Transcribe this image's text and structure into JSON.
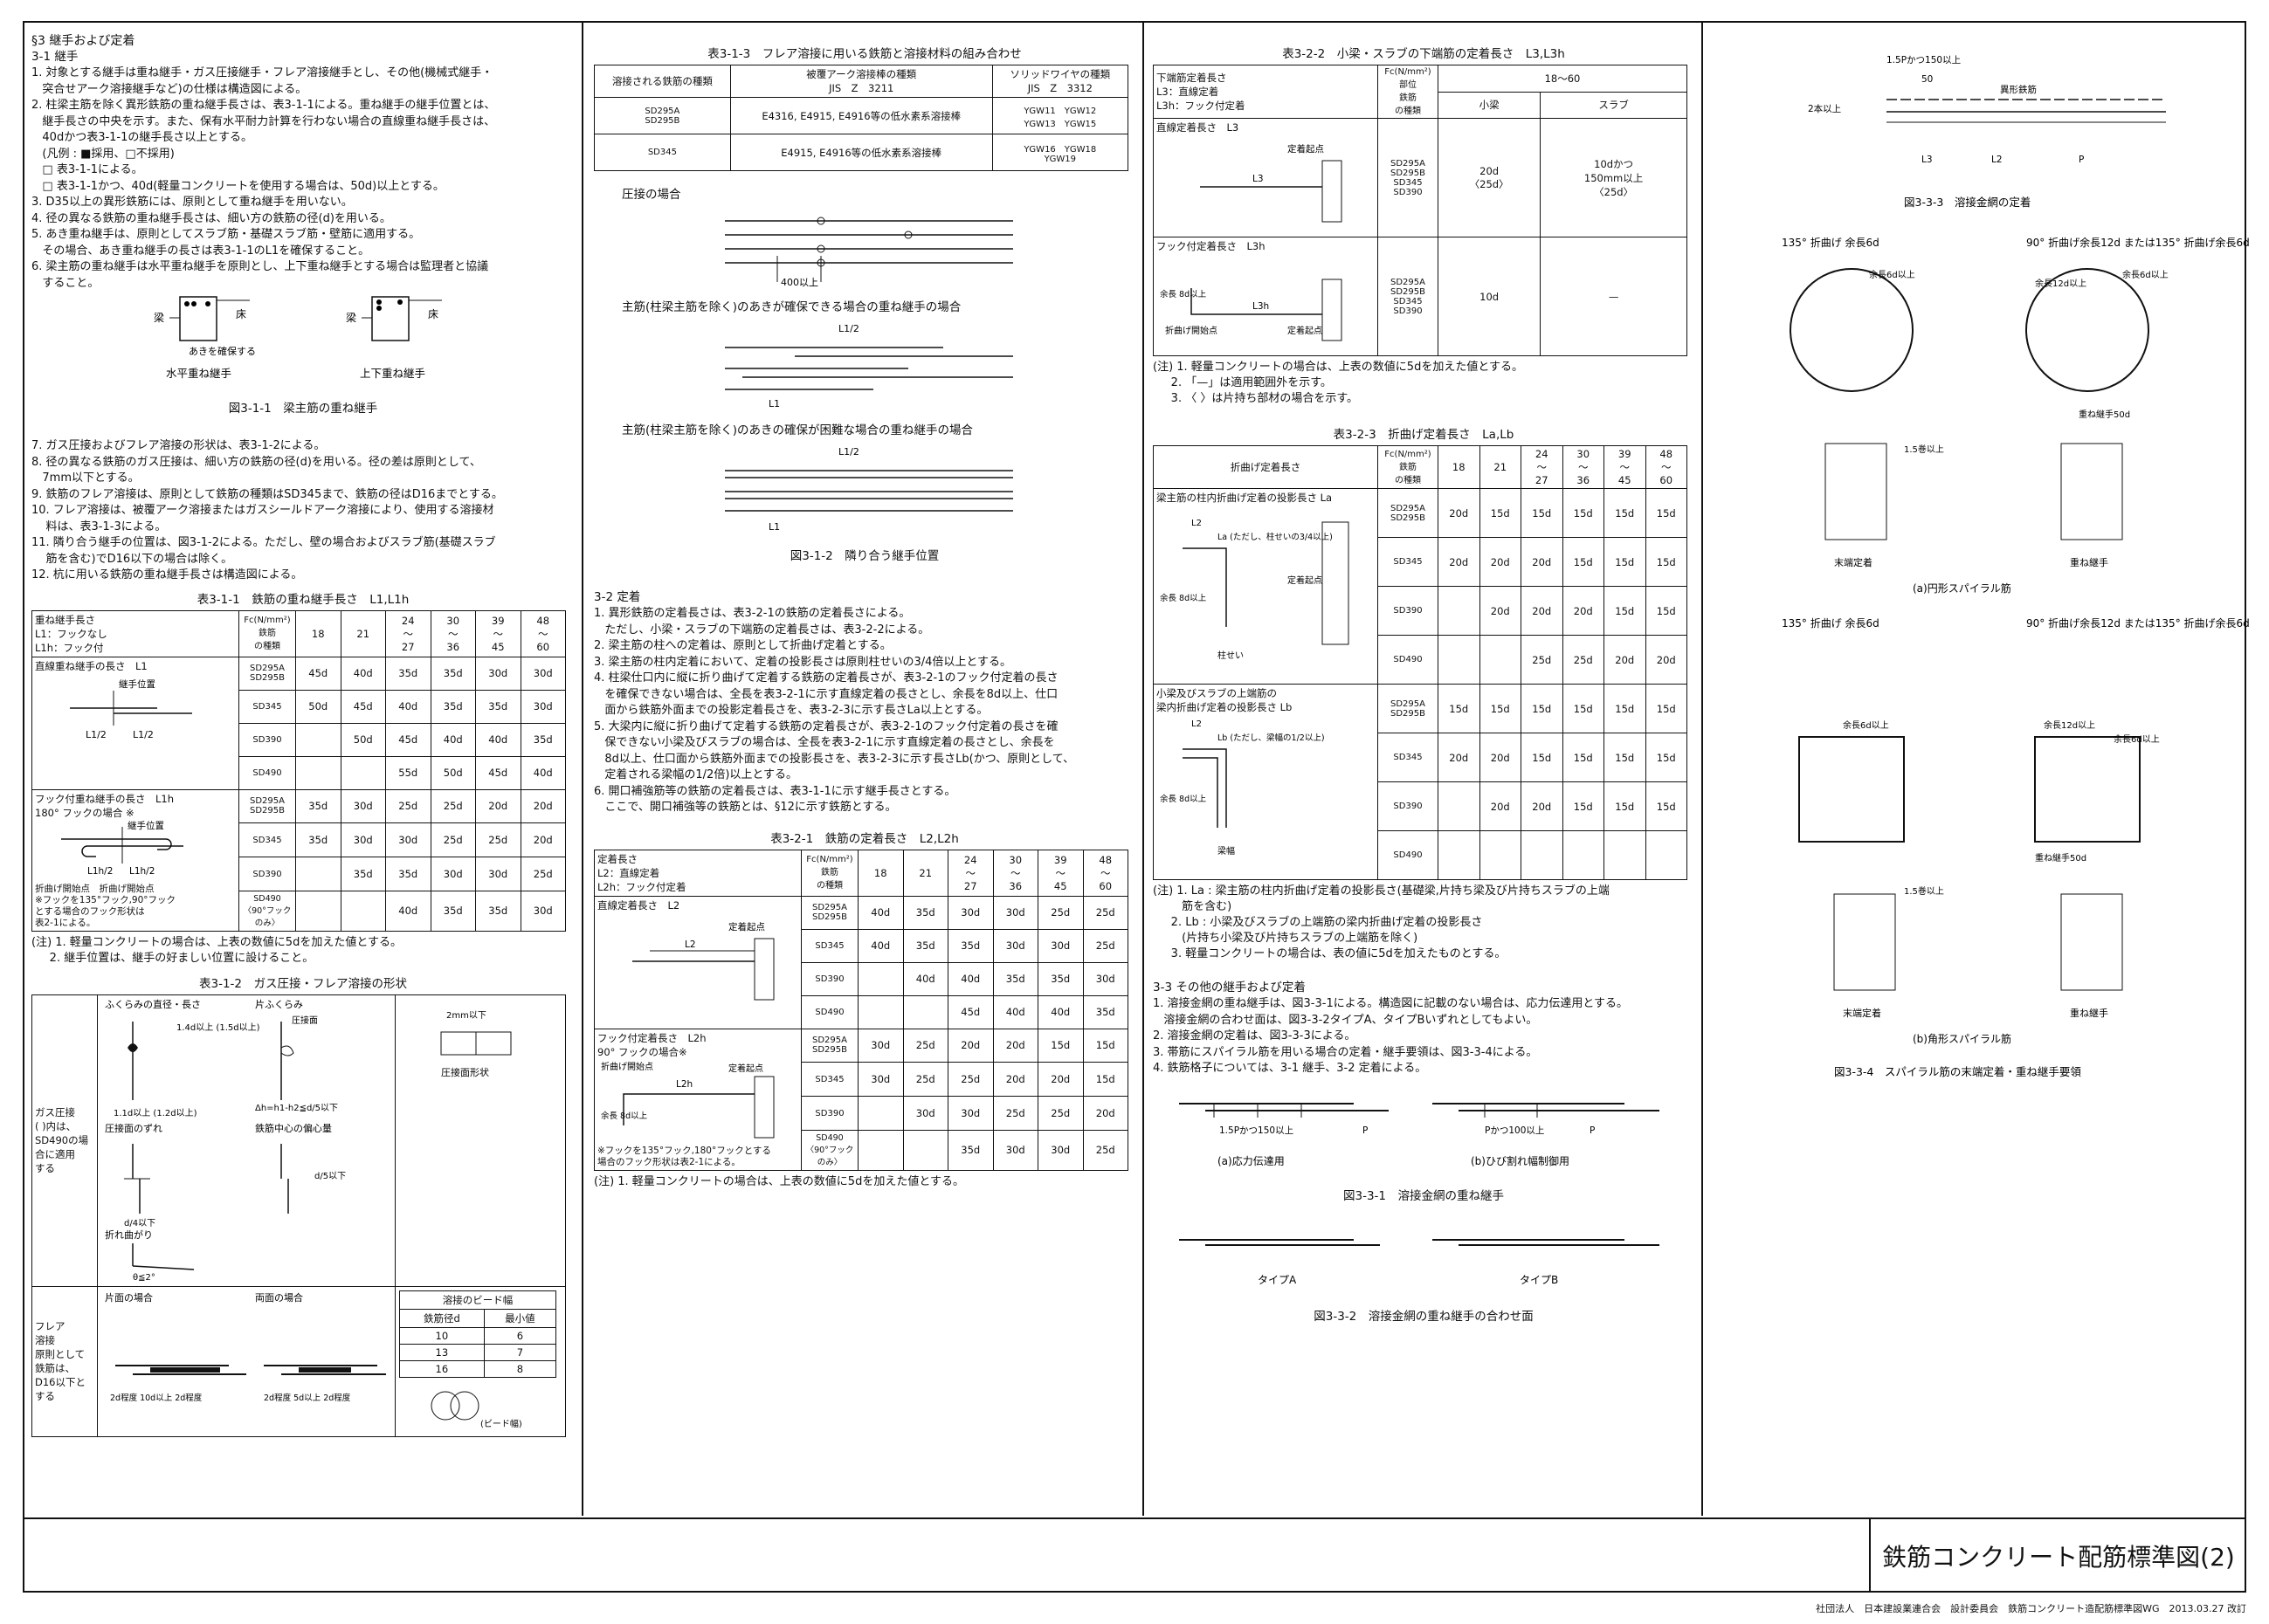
{
  "title_block": {
    "title": "鉄筋コンクリート配筋標準図(2)"
  },
  "footer": {
    "text": "社団法人　日本建設業連合会　設計委員会　鉄筋コンクリート造配筋標準図WG　2013.03.27 改訂"
  },
  "col1": {
    "section": "§3 継手および定着",
    "sub": "3-1 継手",
    "body": "1. 対象とする継手は重ね継手・ガス圧接継手・フレア溶接継手とし、その他(機械式継手・\n   突合せアーク溶接継手など)の仕様は構造図による。\n2. 柱梁主筋を除く異形鉄筋の重ね継手長さは、表3-1-1による。重ね継手の継手位置とは、\n   継手長さの中央を示す。また、保有水平耐力計算を行わない場合の直線重ね継手長さは、\n   40dかつ表3-1-1の継手長さ以上とする。\n   (凡例 : ■採用、□不採用)\n   □ 表3-1-1による。\n   □ 表3-1-1かつ、40d(軽量コンクリートを使用する場合は、50d)以上とする。\n3. D35以上の異形鉄筋には、原則として重ね継手を用いない。\n4. 径の異なる鉄筋の重ね継手長さは、細い方の鉄筋の径(d)を用いる。\n5. あき重ね継手は、原則としてスラブ筋・基礎スラブ筋・壁筋に適用する。\n   その場合、あき重ね継手の長さは表3-1-1のL1を確保すること。\n6. 梁主筋の重ね継手は水平重ね継手を原則とし、上下重ね継手とする場合は監理者と協議\n   すること。",
    "fig111": {
      "label_beam": "梁",
      "label_slab": "床",
      "label_gap": "あきを確保する",
      "label_h": "水平重ね継手",
      "label_v": "上下重ね継手",
      "caption": "図3-1-1　梁主筋の重ね継手"
    },
    "body2": "7. ガス圧接およびフレア溶接の形状は、表3-1-2による。\n8. 径の異なる鉄筋のガス圧接は、細い方の鉄筋の径(d)を用いる。径の差は原則として、\n   7mm以下とする。\n9. 鉄筋のフレア溶接は、原則として鉄筋の種類はSD345まで、鉄筋の径はD16までとする。\n10. フレア溶接は、被覆アーク溶接またはガスシールドアーク溶接により、使用する溶接材\n    料は、表3-1-3による。\n11. 隣り合う継手の位置は、図3-1-2による。ただし、壁の場合およびスラブ筋(基礎スラブ\n    筋を含む)でD16以下の場合は除く。\n12. 杭に用いる鉄筋の重ね継手長さは構造図による。",
    "t311": {
      "title": "表3-1-1　鉄筋の重ね継手長さ　L1,L1h",
      "hdr": [
        "重ね継手長さ\nL1：フックなし\nL1h：フック付",
        "Fc(N/mm²)\n鉄筋\nの種類",
        "18",
        "21",
        "24\n〜\n27",
        "30\n〜\n36",
        "39\n〜\n45",
        "48\n〜\n60"
      ],
      "g1label": "直線重ね継手の長さ　L1",
      "g1fig": "継手位置",
      "g1rows": [
        [
          "SD295A\nSD295B",
          "45d",
          "40d",
          "35d",
          "35d",
          "30d",
          "30d"
        ],
        [
          "SD345",
          "50d",
          "45d",
          "40d",
          "35d",
          "35d",
          "30d"
        ],
        [
          "SD390",
          "",
          "50d",
          "45d",
          "40d",
          "40d",
          "35d"
        ],
        [
          "SD490",
          "",
          "",
          "55d",
          "50d",
          "45d",
          "40d"
        ]
      ],
      "g2label": "フック付重ね継手の長さ　L1h\n180° フックの場合 ※",
      "g2fig": "継手位置",
      "g2note": "折曲げ開始点　折曲げ開始点\n※フックを135°フック,90°フック\n  とする場合のフック形状は\n  表2-1による。",
      "g2rows": [
        [
          "SD295A\nSD295B",
          "35d",
          "30d",
          "25d",
          "25d",
          "20d",
          "20d"
        ],
        [
          "SD345",
          "35d",
          "30d",
          "30d",
          "25d",
          "25d",
          "20d"
        ],
        [
          "SD390",
          "",
          "35d",
          "35d",
          "30d",
          "30d",
          "25d"
        ],
        [
          "SD490\n〈90°フック\nのみ〉",
          "",
          "",
          "40d",
          "35d",
          "35d",
          "30d"
        ]
      ],
      "note": "(注) 1. 軽量コンクリートの場合は、上表の数値に5dを加えた値とする。\n     2. 継手位置は、継手の好ましい位置に設けること。"
    },
    "t312": {
      "title": "表3-1-2　ガス圧接・フレア溶接の形状",
      "gas": "ガス圧接\n( )内は、\nSD490の場\n合に適用\nする",
      "gas_t1": "ふくらみの直径・長さ",
      "gas_t2": "片ふくらみ",
      "gas_a": "1.4d以上\n(1.5d以上)",
      "gas_b": "1.1d以上\n(1.2d以上)",
      "gas_c": "Δh=h1-h2≦d/5以下",
      "gas_d": "圧接面のずれ",
      "gas_e": "d/4以下",
      "gas_f": "鉄筋中心の偏心量",
      "gas_g": "d/5以下",
      "gas_h": "折れ曲がり",
      "gas_i": "θ≦2°",
      "gas_j": "圧接面",
      "gas_k": "2mm以下",
      "gas_l": "圧接面形状",
      "flare": "フレア\n溶接\n原則として\n鉄筋は、\nD16以下と\nする",
      "flare_t1": "片面の場合",
      "flare_t2": "両面の場合",
      "flare_a": "2d程度  10d以上  2d程度",
      "flare_b": "2d程度  5d以上  2d程度",
      "bead_title": "溶接のビード幅",
      "bead_hdr": [
        "鉄筋径d",
        "最小値"
      ],
      "bead_rows": [
        [
          "10",
          "6"
        ],
        [
          "13",
          "7"
        ],
        [
          "16",
          "8"
        ]
      ],
      "bead_lbl": "(ビード幅)"
    }
  },
  "col2": {
    "t313": {
      "title": "表3-1-3　フレア溶接に用いる鉄筋と溶接材料の組み合わせ",
      "hdr": [
        "溶接される鉄筋の種類",
        "被覆アーク溶接棒の種類\nJIS　Z　3211",
        "ソリッドワイヤの種類\nJIS　Z　3312"
      ],
      "rows": [
        [
          "SD295A\nSD295B",
          "E4316, E4915, E4916等の低水素系溶接棒",
          "YGW11　YGW12\nYGW13　YGW15"
        ],
        [
          "SD345",
          "E4915, E4916等の低水素系溶接棒",
          "YGW16　YGW18\nYGW19"
        ]
      ]
    },
    "fig312": {
      "a": "圧接の場合",
      "a_dim": "400以上",
      "b": "主筋(柱梁主筋を除く)のあきが確保できる場合の重ね継手の場合",
      "b_dim1": "L1/2",
      "b_dim2": "L1",
      "c": "主筋(柱梁主筋を除く)のあきの確保が困難な場合の重ね継手の場合",
      "c_dim1": "L1/2",
      "c_dim2": "L1",
      "caption": "図3-1-2　隣り合う継手位置"
    },
    "sec32": {
      "sub": "3-2 定着",
      "body": "1. 異形鉄筋の定着長さは、表3-2-1の鉄筋の定着長さによる。\n   ただし、小梁・スラブの下端筋の定着長さは、表3-2-2による。\n2. 梁主筋の柱への定着は、原則として折曲げ定着とする。\n3. 梁主筋の柱内定着において、定着の投影長さは原則柱せいの3/4倍以上とする。\n4. 柱梁仕口内に縦に折り曲げて定着する鉄筋の定着長さが、表3-2-1のフック付定着の長さ\n   を確保できない場合は、全長を表3-2-1に示す直線定着の長さとし、余長を8d以上、仕口\n   面から鉄筋外面までの投影定着長さを、表3-2-3に示す長さLa以上とする。\n5. 大梁内に縦に折り曲げて定着する鉄筋の定着長さが、表3-2-1のフック付定着の長さを確\n   保できない小梁及びスラブの場合は、全長を表3-2-1に示す直線定着の長さとし、余長を\n   8d以上、仕口面から鉄筋外面までの投影長さを、表3-2-3に示す長さLb(かつ、原則として、\n   定着される梁幅の1/2倍)以上とする。\n6. 開口補強筋等の鉄筋の定着長さは、表3-1-1に示す継手長さとする。\n   ここで、開口補強等の鉄筋とは、§12に示す鉄筋とする。"
    },
    "t321": {
      "title": "表3-2-1　鉄筋の定着長さ　L2,L2h",
      "hdr": [
        "定着長さ\nL2：直線定着\nL2h：フック付定着",
        "Fc(N/mm²)\n鉄筋\nの種類",
        "18",
        "21",
        "24\n〜\n27",
        "30\n〜\n36",
        "39\n〜\n45",
        "48\n〜\n60"
      ],
      "g1label": "直線定着長さ　L2",
      "g1fig": [
        "L2",
        "定着起点"
      ],
      "g1rows": [
        [
          "SD295A\nSD295B",
          "40d",
          "35d",
          "30d",
          "30d",
          "25d",
          "25d"
        ],
        [
          "SD345",
          "40d",
          "35d",
          "35d",
          "30d",
          "30d",
          "25d"
        ],
        [
          "SD390",
          "",
          "40d",
          "40d",
          "35d",
          "35d",
          "30d"
        ],
        [
          "SD490",
          "",
          "",
          "45d",
          "40d",
          "40d",
          "35d"
        ]
      ],
      "g2label": "フック付定着長さ　L2h\n90° フックの場合※",
      "g2fig": [
        "折曲げ開始点",
        "L2h",
        "定着起点",
        "余長\n8d以上"
      ],
      "g2note": "※フックを135°フック,180°フックとする\n  場合のフック形状は表2-1による。",
      "g2rows": [
        [
          "SD295A\nSD295B",
          "30d",
          "25d",
          "20d",
          "20d",
          "15d",
          "15d"
        ],
        [
          "SD345",
          "30d",
          "25d",
          "25d",
          "20d",
          "20d",
          "15d"
        ],
        [
          "SD390",
          "",
          "30d",
          "30d",
          "25d",
          "25d",
          "20d"
        ],
        [
          "SD490\n〈90°フック\nのみ〉",
          "",
          "",
          "35d",
          "30d",
          "30d",
          "25d"
        ]
      ],
      "note": "(注) 1. 軽量コンクリートの場合は、上表の数値に5dを加えた値とする。"
    }
  },
  "col3": {
    "t322": {
      "title": "表3-2-2　小梁・スラブの下端筋の定着長さ　L3,L3h",
      "hdr": [
        "下端筋定着長さ\nL3：直線定着\nL3h：フック付定着",
        "Fc(N/mm²)\n部位\n鉄筋\nの種類",
        "18〜60"
      ],
      "sub": [
        "小梁",
        "スラブ"
      ],
      "g1label": "直線定着長さ　L3",
      "g1fig": [
        "定着起点",
        "L3"
      ],
      "g1bars": "SD295A\nSD295B\nSD345\nSD390",
      "g1a": "20d\n〈25d〉",
      "g1b": "10dかつ\n150mm以上\n〈25d〉",
      "g2label": "フック付定着長さ　L3h",
      "g2fig": [
        "余長\n8d以上",
        "L3h",
        "折曲げ開始点",
        "定着起点"
      ],
      "g2bars": "SD295A\nSD295B\nSD345\nSD390",
      "g2a": "10d",
      "g2b": "—",
      "note": "(注) 1. 軽量コンクリートの場合は、上表の数値に5dを加えた値とする。\n     2. 「—」は適用範囲外を示す。\n     3. 〈 〉は片持ち部材の場合を示す。"
    },
    "t323": {
      "title": "表3-2-3　折曲げ定着長さ　La,Lb",
      "hdr": [
        "折曲げ定着長さ",
        "Fc(N/mm²)\n鉄筋\nの種類",
        "18",
        "21",
        "24\n〜\n27",
        "30\n〜\n36",
        "39\n〜\n45",
        "48\n〜\n60"
      ],
      "g1label": "梁主筋の柱内折曲げ定着の投影長さ La",
      "g1fig": [
        "L2",
        "La (ただし、柱せいの3/4以上)",
        "余長\n8d以上",
        "定着起点",
        "柱せい"
      ],
      "g1rows": [
        [
          "SD295A\nSD295B",
          "20d",
          "15d",
          "15d",
          "15d",
          "15d",
          "15d"
        ],
        [
          "SD345",
          "20d",
          "20d",
          "20d",
          "15d",
          "15d",
          "15d"
        ],
        [
          "SD390",
          "",
          "20d",
          "20d",
          "20d",
          "15d",
          "15d"
        ],
        [
          "SD490",
          "",
          "",
          "25d",
          "25d",
          "20d",
          "20d"
        ]
      ],
      "g2label": "小梁及びスラブの上端筋の\n梁内折曲げ定着の投影長さ Lb",
      "g2fig": [
        "L2",
        "Lb (ただし、梁幅の1/2以上)",
        "余長\n8d以上",
        "梁幅"
      ],
      "g2rows": [
        [
          "SD295A\nSD295B",
          "15d",
          "15d",
          "15d",
          "15d",
          "15d",
          "15d"
        ],
        [
          "SD345",
          "20d",
          "20d",
          "15d",
          "15d",
          "15d",
          "15d"
        ],
        [
          "SD390",
          "",
          "20d",
          "20d",
          "15d",
          "15d",
          "15d"
        ],
        [
          "SD490",
          "",
          "",
          "",
          "",
          "",
          ""
        ]
      ],
      "note": "(注) 1. La : 梁主筋の柱内折曲げ定着の投影長さ(基礎梁,片持ち梁及び片持ちスラブの上端\n        筋を含む)\n     2. Lb : 小梁及びスラブの上端筋の梁内折曲げ定着の投影長さ\n        (片持ち小梁及び片持ちスラブの上端筋を除く)\n     3. 軽量コンクリートの場合は、表の値に5dを加えたものとする。"
    },
    "sec33": {
      "sub": "3-3 その他の継手および定着",
      "body": "1. 溶接金網の重ね継手は、図3-3-1による。構造図に記載のない場合は、応力伝達用とする。\n   溶接金網の合わせ面は、図3-3-2タイプA、タイプBいずれとしてもよい。\n2. 溶接金網の定着は、図3-3-3による。\n3. 帯筋にスパイラル筋を用いる場合の定着・継手要領は、図3-3-4による。\n4. 鉄筋格子については、3-1 継手、3-2 定着による。"
    },
    "fig331": {
      "a_dim": "1.5Pかつ150以上",
      "a_p": "P",
      "a": "(a)応力伝達用",
      "b_dim": "Pかつ100以上",
      "b_p": "P",
      "b": "(b)ひび割れ幅制御用",
      "caption": "図3-3-1　溶接金網の重ね継手"
    },
    "fig332": {
      "a": "タイプA",
      "b": "タイプB",
      "caption": "図3-3-2　溶接金網の重ね継手の合わせ面"
    }
  },
  "col4": {
    "fig333": {
      "dim": "1.5Pかつ150以上",
      "d50": "50",
      "bar": "異形鉄筋",
      "two": "2本以上",
      "l3": "L3",
      "l2": "L2",
      "p": "P",
      "caption": "図3-3-3　溶接金網の定着"
    },
    "fig334": {
      "a1": "135° 折曲げ\n余長6d",
      "a2": "90° 折曲げ余長12d\nまたは135° 折曲げ余長6d",
      "a_lbl1": "余長6d以上",
      "a_lbl2": "余長12d以上",
      "a_lbl3": "余長6d以上",
      "a_lap": "重ね継手50d",
      "a_turn": "1.5巻以上",
      "a_end": "末端定着",
      "a_lapL": "重ね継手",
      "a_cap": "(a)円形スパイラル筋",
      "b1": "135° 折曲げ\n余長6d",
      "b2": "90° 折曲げ余長12d\nまたは135° 折曲げ余長6d",
      "b_lbl1": "余長6d以上",
      "b_lbl2": "余長12d以上",
      "b_lbl3": "余長6d以上",
      "b_lap": "重ね継手50d",
      "b_turn": "1.5巻以上",
      "b_end": "末端定着",
      "b_lapL": "重ね継手",
      "b_cap": "(b)角形スパイラル筋",
      "caption": "図3-3-4　スパイラル筋の末端定着・重ね継手要領"
    }
  }
}
